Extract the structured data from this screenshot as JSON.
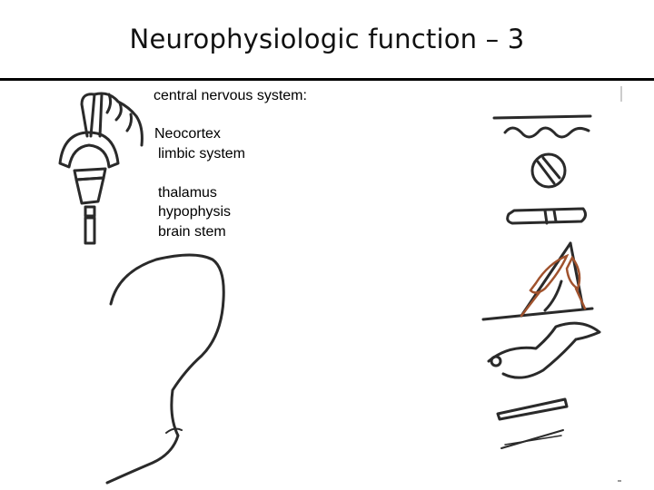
{
  "slide": {
    "title": "Neurophysiologic function – 3"
  },
  "content": {
    "heading": "central nervous system:",
    "group1": [
      "Neocortex",
      "limbic system"
    ],
    "group2": [
      "thalamus",
      "hypophysis",
      "brain stem"
    ]
  },
  "colors": {
    "ink": "#222222",
    "muscle_accent": "#a0522d"
  }
}
